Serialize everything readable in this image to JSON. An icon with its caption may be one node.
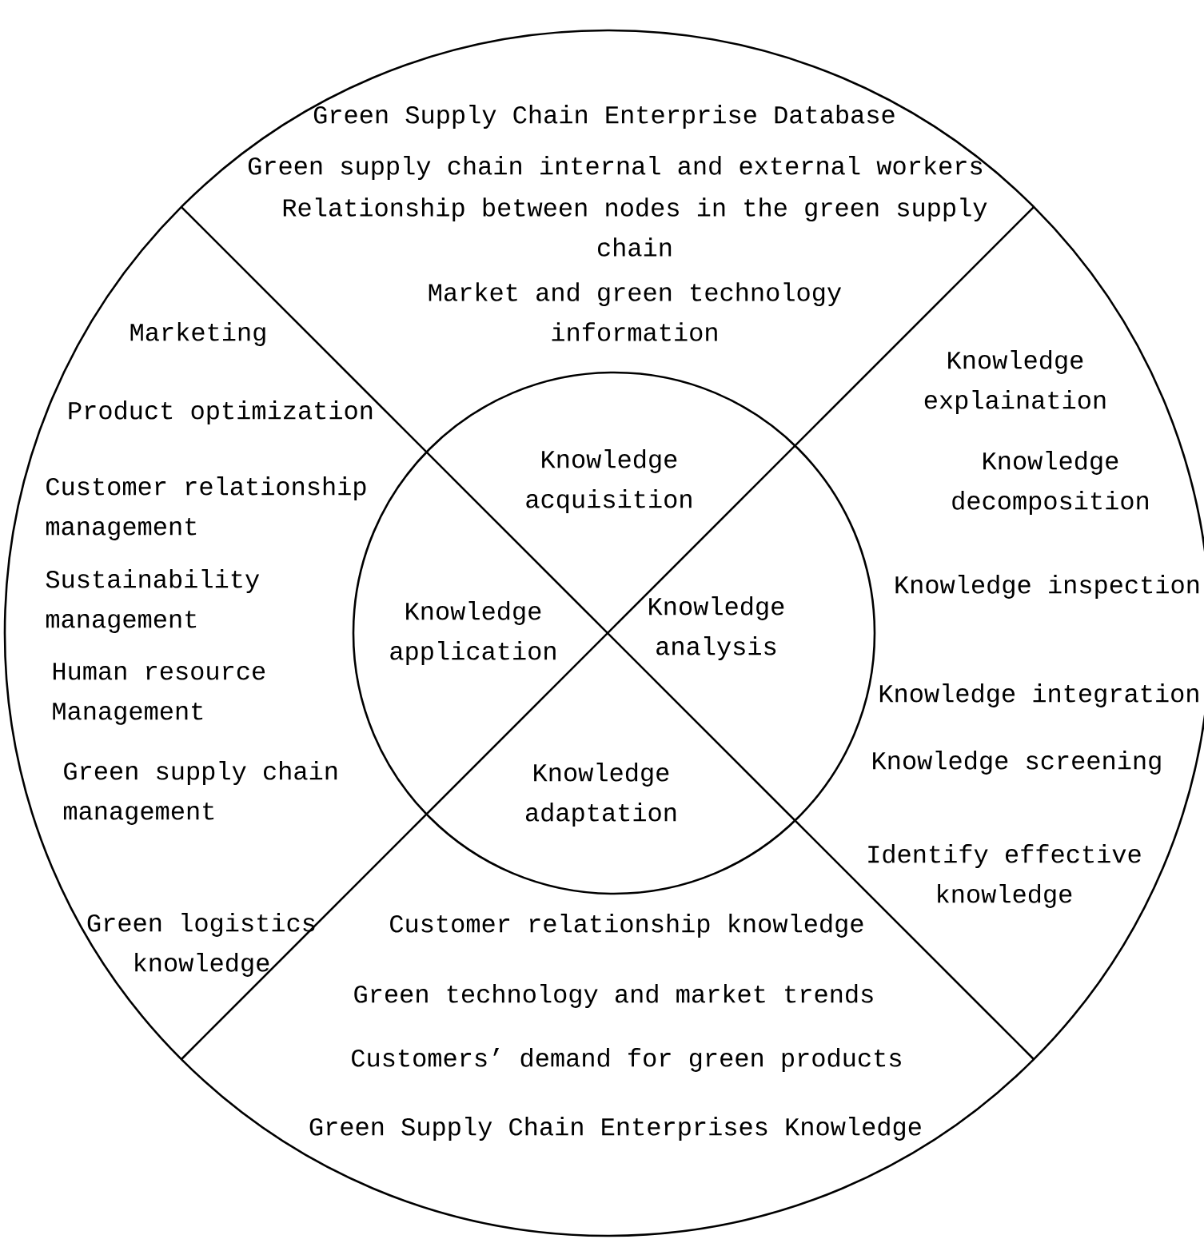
{
  "diagram": {
    "nodes": [
      {
        "text": [],
        "shape": "circle"
      },
      {
        "text": [
          "Green Supply Chain Enterprise Database",
          "Green supply chain internal and external workers",
          "Relationship between nodes in the green supply chain",
          "Market and green technology information"
        ],
        "in": 0
      },
      {
        "text": [
          "Knowledge explaination",
          "Knowledge decomposition",
          "Knowledge inspection",
          "Knowledge integration",
          "Knowledge screening",
          "Identify effective knowledge"
        ],
        "in": 0
      },
      {
        "text": [
          "Customer relationship knowledge",
          "Green technology and market trends",
          "Customers’ demand for green products",
          "Green Supply Chain Enterprises Knowledge"
        ],
        "in": 0
      },
      {
        "text": [
          "Marketing",
          "Product optimization",
          "Customer relationship management",
          "Sustainability management",
          "Human resource Management",
          "Green supply chain management",
          "Green logistics knowledge"
        ],
        "in": 0
      },
      {
        "text": [
          "Knowledge acquisition",
          "Knowledge analysis",
          "Knowledge adaptation",
          "Knowledge application"
        ],
        "in": 0
      }
    ]
  }
}
